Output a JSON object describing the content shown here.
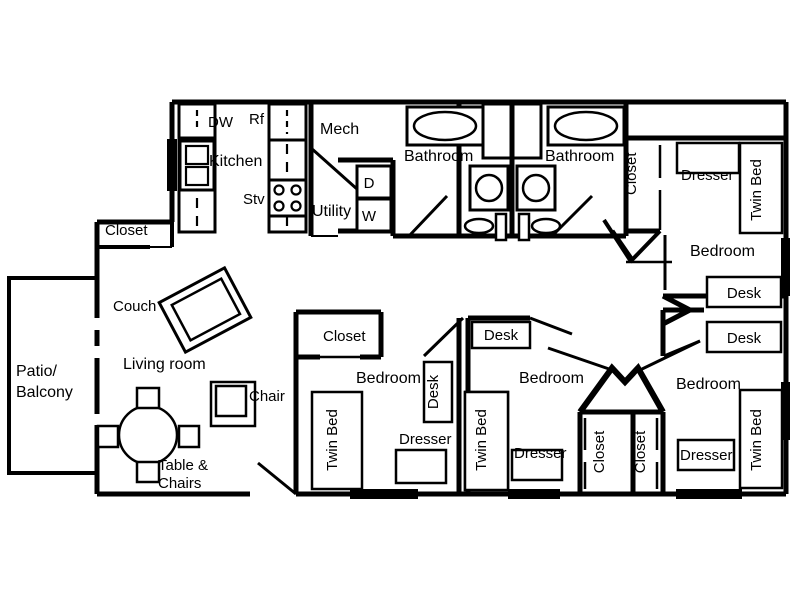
{
  "document": {
    "type": "apartment-floor-plan",
    "title": "4 Bedroom / 2 Bathroom Apartment Floor Plan",
    "background_color": "#ffffff",
    "line_color": "#000000"
  },
  "rooms": [
    {
      "id": "patio",
      "label": "Patio/\nBalcony",
      "line1": "Patio/",
      "line2": "Balcony"
    },
    {
      "id": "living",
      "label": "Living room"
    },
    {
      "id": "kitchen",
      "label": "Kitchen"
    },
    {
      "id": "mech",
      "label": "Mech"
    },
    {
      "id": "utility",
      "label": "Utility"
    },
    {
      "id": "bathroom-1",
      "label": "Bathroom"
    },
    {
      "id": "bathroom-2",
      "label": "Bathroom"
    },
    {
      "id": "bedroom-1",
      "label": "Bedroom"
    },
    {
      "id": "bedroom-2",
      "label": "Bedroom"
    },
    {
      "id": "bedroom-3",
      "label": "Bedroom"
    },
    {
      "id": "bedroom-4",
      "label": "Bedroom"
    }
  ],
  "labels": {
    "patio_line1": "Patio/",
    "patio_line2": "Balcony",
    "living_room": "Living room",
    "kitchen": "Kitchen",
    "mech": "Mech",
    "utility": "Utility",
    "bathroom_left": "Bathroom",
    "bathroom_right": "Bathroom",
    "bedroom_top_right": "Bedroom",
    "bedroom_bottom_left": "Bedroom",
    "bedroom_bottom_mid": "Bedroom",
    "bedroom_bottom_right": "Bedroom",
    "closet_living": "Closet",
    "closet_bath_right": "Closet",
    "closet_bedroom_bl": "Closet",
    "closet_mid_left": "Closet",
    "closet_mid_right": "Closet",
    "couch": "Couch",
    "chair": "Chair",
    "table_chairs_line1": "Table &",
    "table_chairs_line2": "Chairs",
    "dishwasher": "DW",
    "refrigerator": "Rf",
    "stove": "Stv",
    "dryer": "D",
    "washer": "W",
    "twin_bed_1": "Twin Bed",
    "twin_bed_2": "Twin Bed",
    "twin_bed_3": "Twin Bed",
    "twin_bed_4": "Twin Bed",
    "dresser_1": "Dresser",
    "dresser_2": "Dresser",
    "dresser_3": "Dresser",
    "dresser_4": "Dresser",
    "desk_1": "Desk",
    "desk_2": "Desk",
    "desk_3": "Desk",
    "desk_4": "Desk"
  },
  "fixtures": {
    "appliances": [
      "DW",
      "Rf",
      "Stv",
      "D",
      "W"
    ],
    "beds": 4,
    "dressers": 4,
    "desks": 4,
    "closets": 5,
    "bathtubs": 2,
    "sinks": 2,
    "toilets": 2
  },
  "style": {
    "wall_thick": 5,
    "wall_thin": 2.5,
    "furniture_stroke": 2.2,
    "font_size_room": 15,
    "font_size_small": 13
  }
}
